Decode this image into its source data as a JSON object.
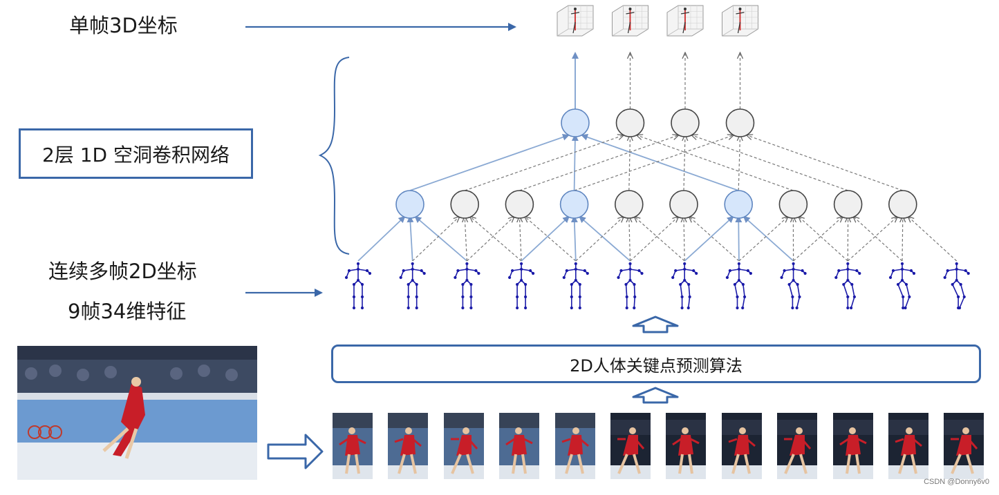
{
  "labels": {
    "single_frame_3d": "单帧3D坐标",
    "network": "2层 1D 空洞卷积网络",
    "multi_frame_2d": "连续多帧2D坐标",
    "features": "9帧34维特征",
    "keypoint_algo": "2D人体关键点预测算法"
  },
  "watermark": "CSDN @Donny6v0",
  "network": {
    "input_frames": 12,
    "layer1_nodes": 10,
    "layer2_nodes": 4,
    "outputs_3d": 4,
    "highlighted_layer1": [
      0,
      3,
      6
    ],
    "highlighted_layer2": [
      0
    ]
  },
  "colors": {
    "accent_blue": "#3a67a8",
    "highlight_node": "#d6e6fb",
    "highlight_edge": "#8aa9d3",
    "plain_node": "#f0f0f0",
    "dashed_edge": "#777777",
    "skeleton": "#1a1aa8",
    "costume_red": "#c81e28"
  },
  "icons": {
    "skeleton": "skeleton-icon",
    "pose3d": "pose-3d-icon",
    "hollow_arrow": "hollow-arrow-icon",
    "brace": "curly-brace-icon"
  }
}
